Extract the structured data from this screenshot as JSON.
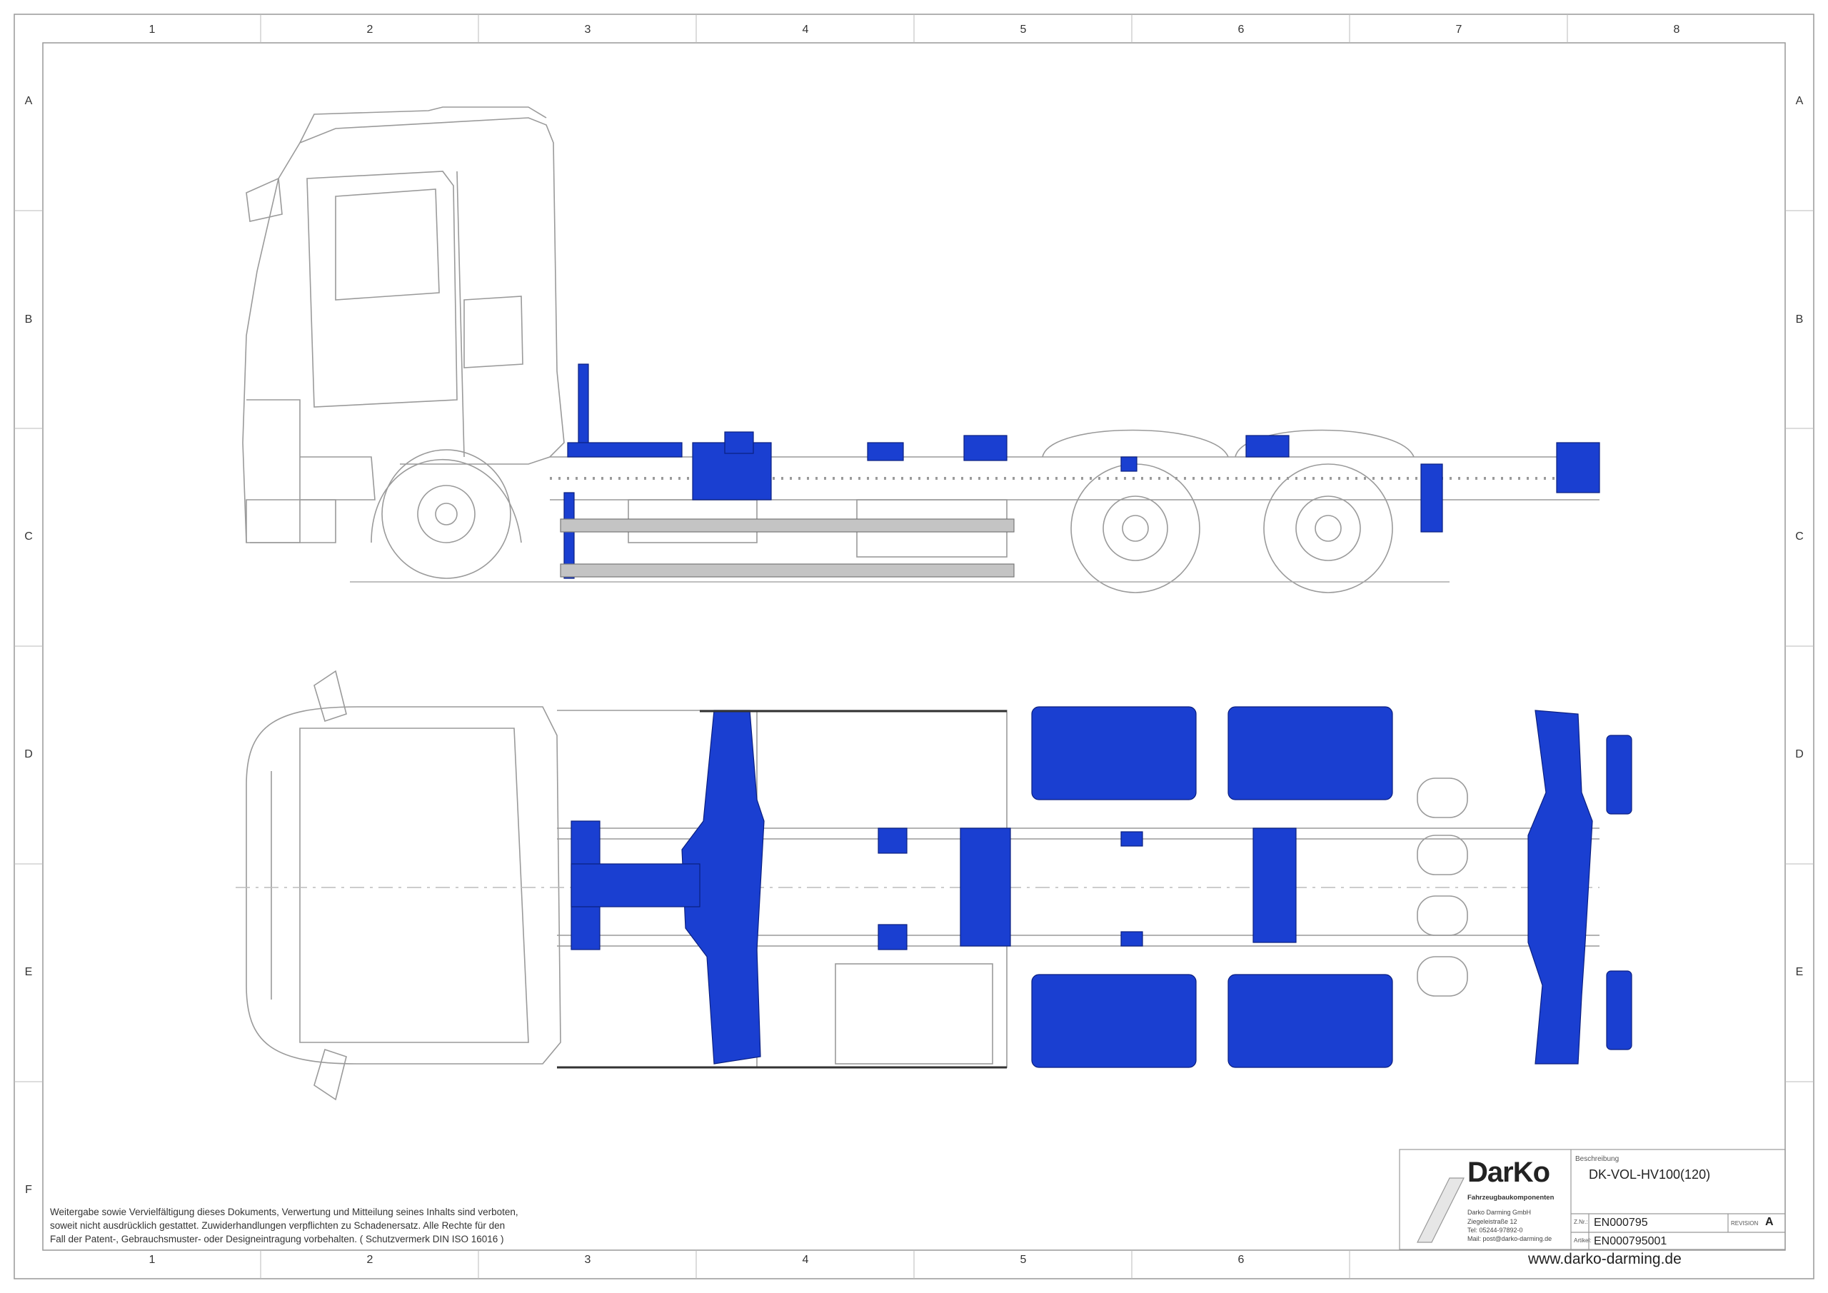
{
  "frame": {
    "columns": [
      "1",
      "2",
      "3",
      "4",
      "5",
      "6",
      "7",
      "8"
    ],
    "columns_bottom": [
      "1",
      "2",
      "3",
      "4",
      "5",
      "6"
    ],
    "rows": [
      "A",
      "B",
      "C",
      "D",
      "E",
      "F"
    ]
  },
  "views": {
    "side": "side-view",
    "top": "top-view"
  },
  "colors": {
    "accent": "#1a3fd1",
    "line": "#9a9a9a",
    "frame": "#888888"
  },
  "notice": {
    "line1": "Weitergabe sowie Vervielfältigung dieses Dokuments, Verwertung und Mitteilung seines Inhalts sind verboten,",
    "line2": "soweit nicht ausdrücklich gestattet. Zuwiderhandlungen verpflichten zu Schadenersatz. Alle Rechte für den",
    "line3": "Fall der Patent-, Gebrauchsmuster- oder Designeintragung vorbehalten. ( Schutzvermerk DIN ISO 16016 )"
  },
  "title_block": {
    "logo": "DarKo",
    "logo_subtitle": "Fahrzeugbaukomponenten",
    "company": "Darko Darming GmbH",
    "street": "Ziegeleistraße 12",
    "phone": "Tel: 05244-97892-0",
    "mail": "Mail: post@darko-darming.de",
    "description_label": "Beschreibung",
    "description": "DK-VOL-HV100(120)",
    "drawing_no_label": "Z.Nr.:",
    "drawing_no": "EN000795",
    "article_label": "Artikel:",
    "article": "EN000795001",
    "revision_label": "REVISION",
    "revision": "A",
    "website": "www.darko-darming.de"
  }
}
